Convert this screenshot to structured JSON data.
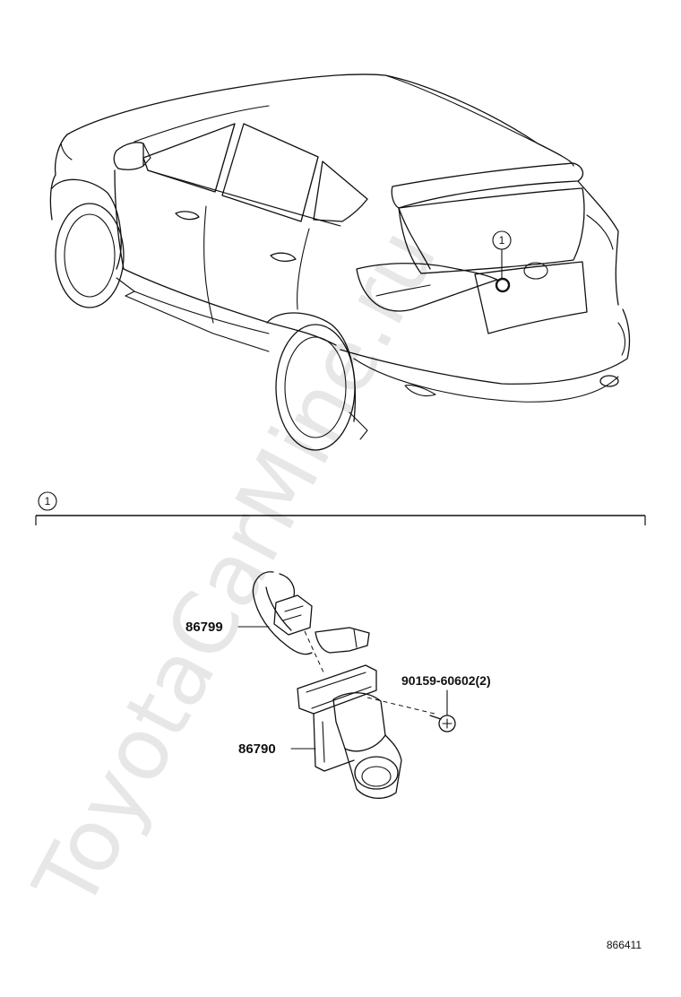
{
  "callout_number": "1",
  "section_marker": "1",
  "parts": {
    "harness": "86799",
    "camera": "86790",
    "screw": "90159-60602(2)"
  },
  "figure_id": "866411",
  "watermark": "ToyotaCarMine.ru"
}
